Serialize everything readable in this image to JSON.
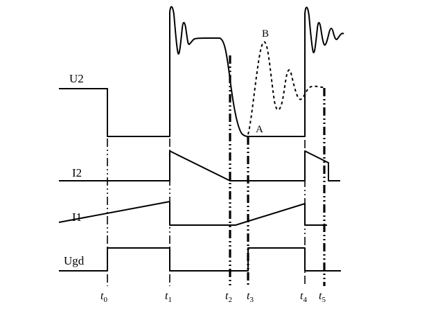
{
  "diagram": {
    "kind": "switching-converter-timing-waveforms",
    "stroke_color": "#000000",
    "background_color": "#ffffff"
  },
  "signals": [
    {
      "label": "U2",
      "description": "High level before t0, low from t0 to t1, rings up at t1 and holds a high plateau, falls steeply near t2 to level A, flat until t4, rings up again after t4"
    },
    {
      "label": "I2",
      "description": "Zero until t1, steps up at t1 and ramps down to zero at t2, zero until t4, steps up at t4 and ramps down"
    },
    {
      "label": "I1",
      "description": "Ramps up until t1, drops to zero, flat, ramps up again until t4, drops to zero"
    },
    {
      "label": "Ugd",
      "description": "High pulse from t0 to t1, low, high pulse from t3 to t4, low"
    }
  ],
  "time_markers": [
    {
      "base": "t",
      "sub": "0"
    },
    {
      "base": "t",
      "sub": "1"
    },
    {
      "base": "t",
      "sub": "2"
    },
    {
      "base": "t",
      "sub": "3"
    },
    {
      "base": "t",
      "sub": "4"
    },
    {
      "base": "t",
      "sub": "5"
    }
  ],
  "annotations": [
    {
      "label": "A",
      "description": "settled low level of U2 after fall"
    },
    {
      "label": "B",
      "description": "peak of dashed resonant oscillation between t3 and t5"
    }
  ]
}
